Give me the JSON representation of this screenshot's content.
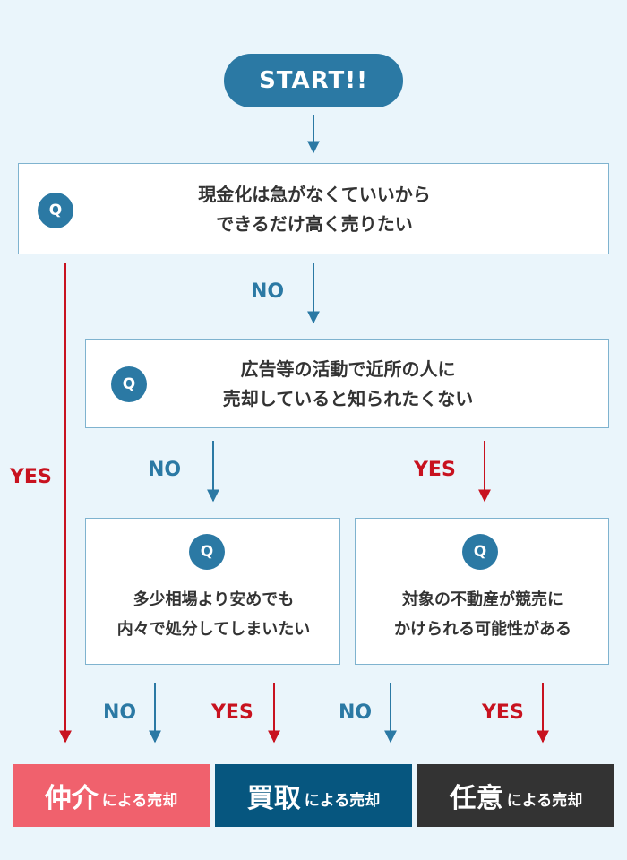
{
  "start": {
    "label": "START!!"
  },
  "questions": [
    {
      "icon": "Q",
      "line1": "現金化は急がなくていいから",
      "line2": "できるだけ高く売りたい"
    },
    {
      "icon": "Q",
      "line1": "広告等の活動で近所の人に",
      "line2": "売却していると知られたくない"
    },
    {
      "icon": "Q",
      "line1": "多少相場より安めでも",
      "line2": "内々で処分してしまいたい"
    },
    {
      "icon": "Q",
      "line1": "対象の不動産が競売に",
      "line2": "かけられる可能性がある"
    }
  ],
  "labels": {
    "no": "NO",
    "yes": "YES"
  },
  "results": [
    {
      "main": "仲介",
      "suffix": "による売却",
      "color": "#f0616d"
    },
    {
      "main": "買取",
      "suffix": "による売却",
      "color": "#06567f"
    },
    {
      "main": "任意",
      "suffix": "による売却",
      "color": "#333333"
    }
  ],
  "colors": {
    "no_arrow": "#2b79a4",
    "yes_arrow": "#c8121f",
    "background": "#eaf5fb"
  }
}
